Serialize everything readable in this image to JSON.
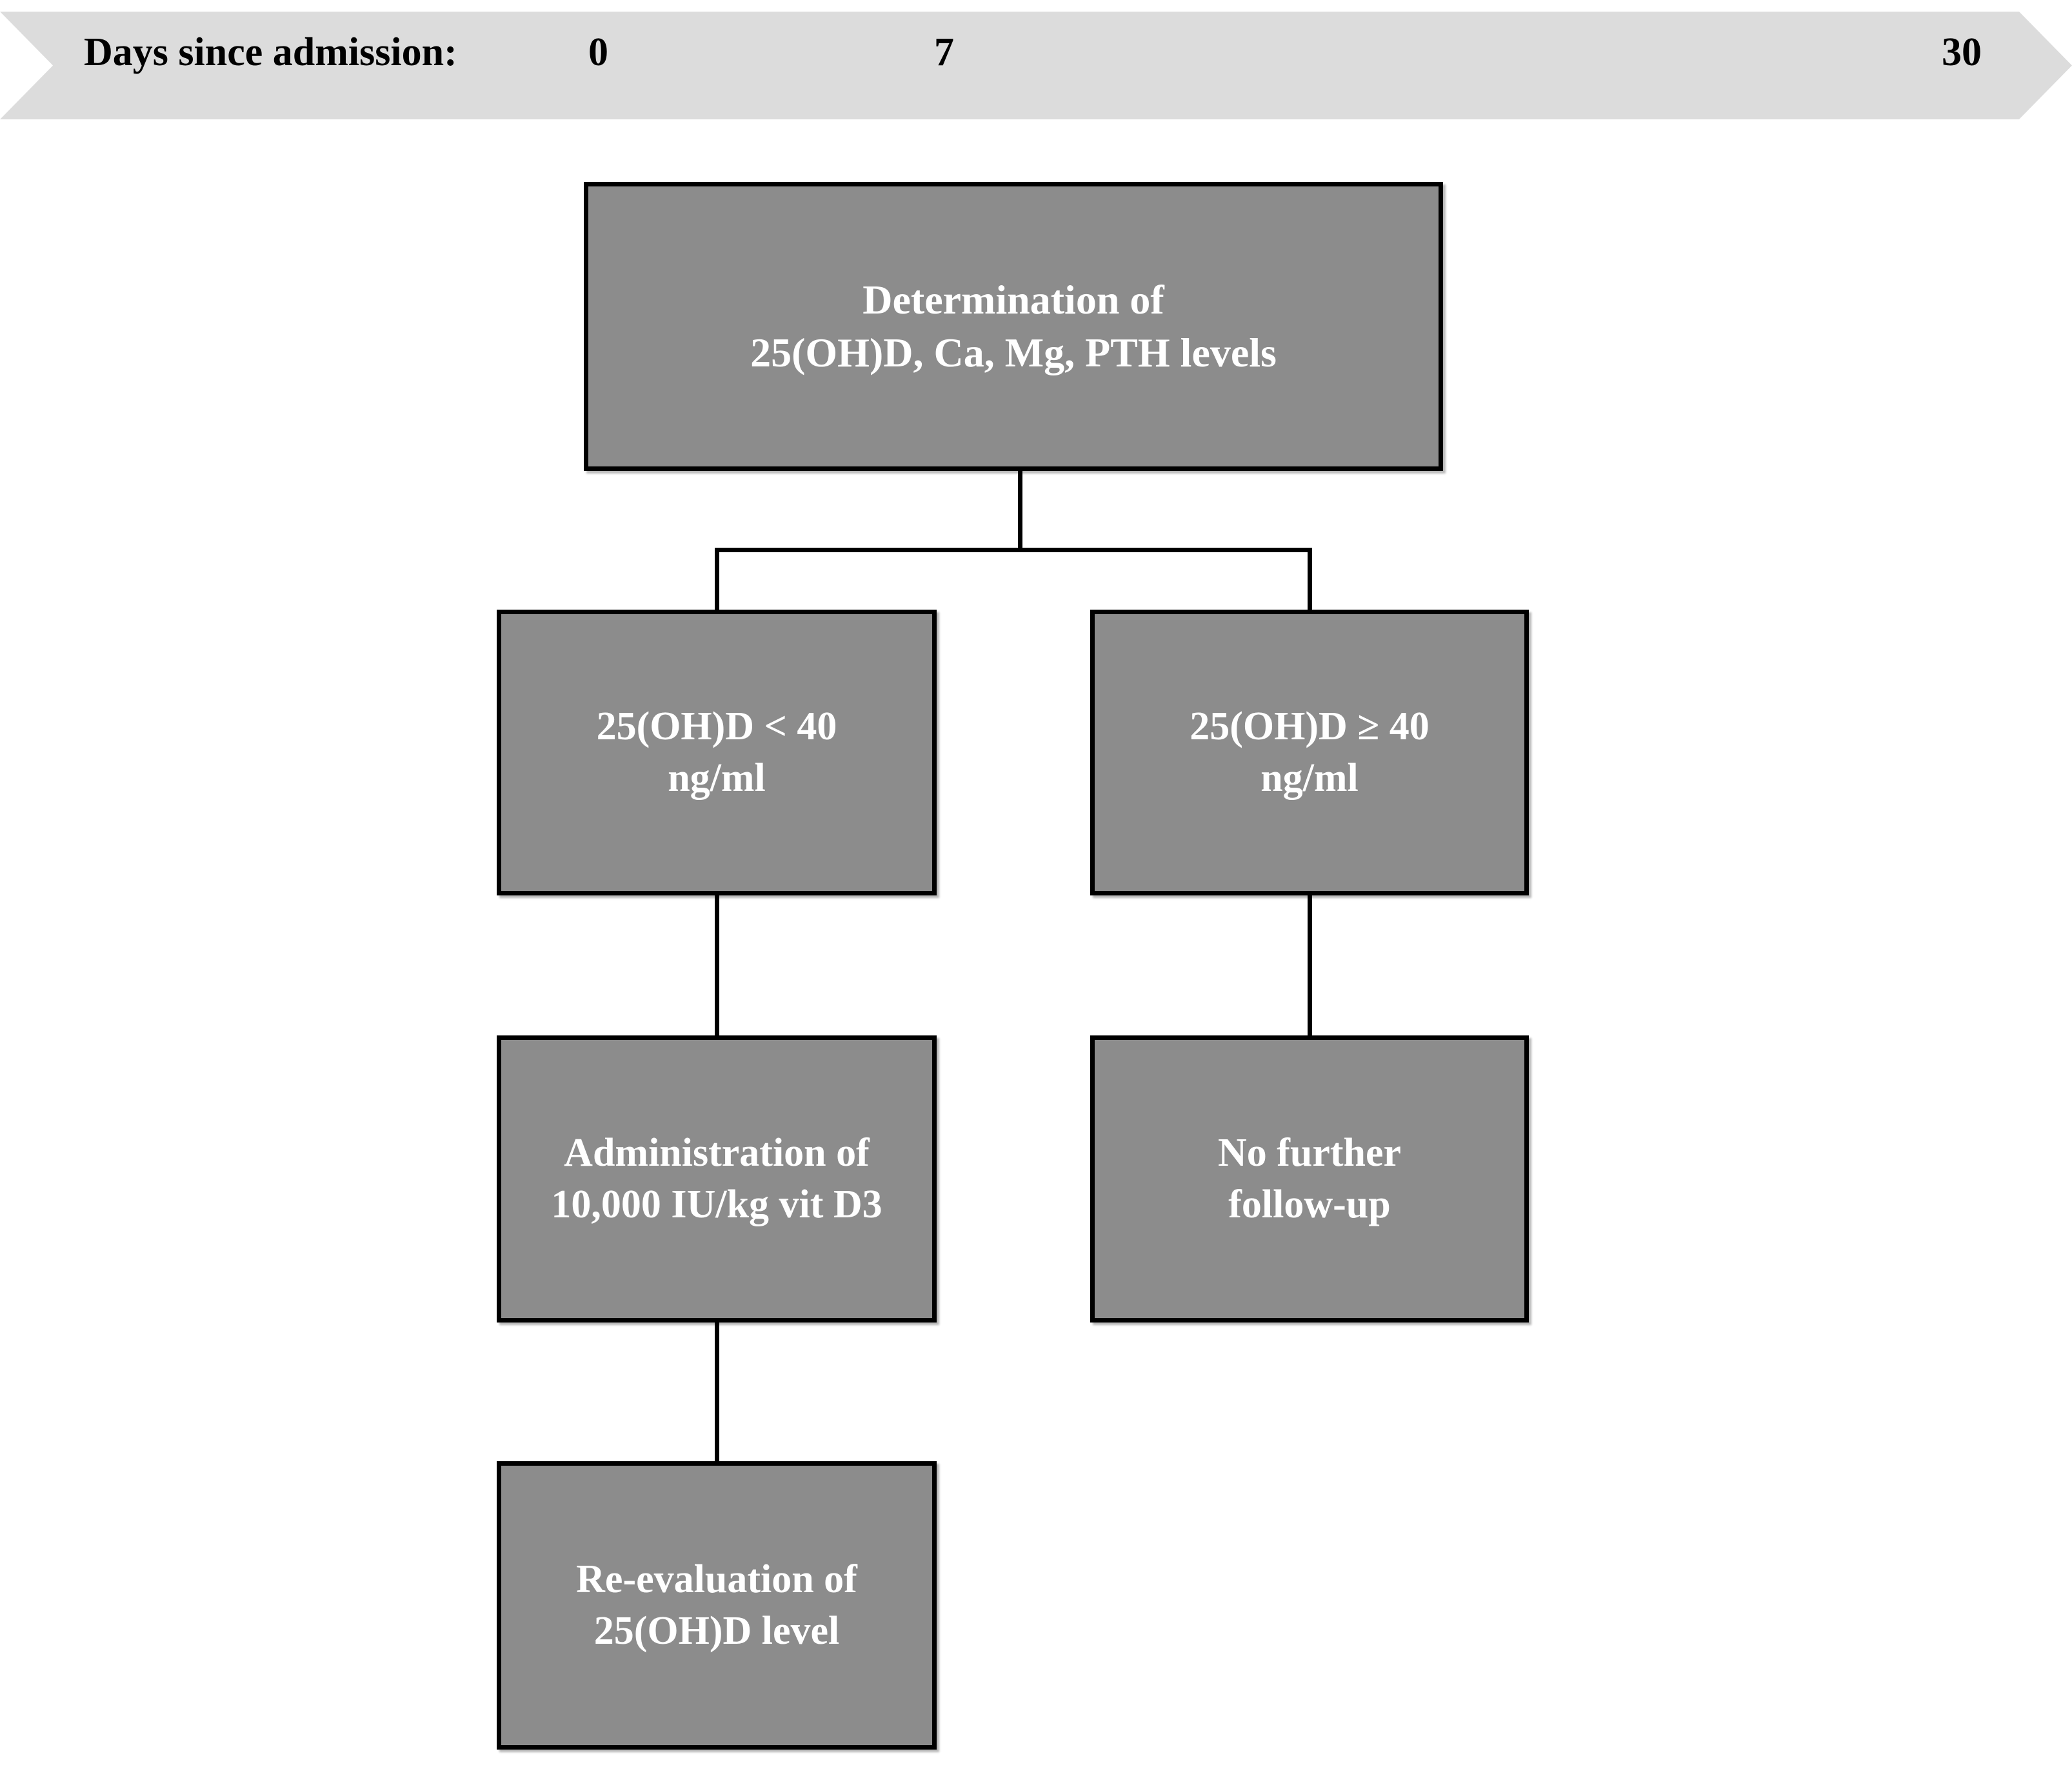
{
  "timeline": {
    "label": "Days since admission:",
    "ticks": [
      {
        "name": "day-0",
        "value": "0"
      },
      {
        "name": "day-7",
        "value": "7"
      },
      {
        "name": "day-30",
        "value": "30"
      }
    ],
    "band_color": "#dcdcdc",
    "text_color": "#000000"
  },
  "flowchart": {
    "box_fill": "#8c8c8c",
    "box_border": "#000000",
    "box_text_color": "#ffffff",
    "nodes": {
      "determination": {
        "text": "Determination of\n25(OH)D, Ca, Mg, PTH levels"
      },
      "low_level": {
        "text": "25(OH)D < 40\nng/ml"
      },
      "high_level": {
        "text": "25(OH)D ≥ 40\nng/ml"
      },
      "administration": {
        "text": "Administration of\n10,000 IU/kg vit D3"
      },
      "no_followup": {
        "text": "No further\nfollow-up"
      },
      "reevaluation": {
        "text": "Re-evaluation of\n25(OH)D level"
      }
    }
  },
  "chart_data": {
    "type": "diagram",
    "title": "",
    "timeline_axis": {
      "label": "Days since admission:",
      "ticks": [
        0,
        7,
        30
      ]
    },
    "nodes": [
      {
        "id": "determination",
        "label": "Determination of 25(OH)D, Ca, Mg, PTH levels",
        "day": 0
      },
      {
        "id": "low_level",
        "label": "25(OH)D < 40 ng/ml",
        "day": 0
      },
      {
        "id": "high_level",
        "label": "25(OH)D ≥ 40 ng/ml",
        "day": 0
      },
      {
        "id": "administration",
        "label": "Administration of 10,000 IU/kg vit D3",
        "day": 7
      },
      {
        "id": "no_followup",
        "label": "No further follow-up",
        "day": 7
      },
      {
        "id": "reevaluation",
        "label": "Re-evaluation of 25(OH)D level",
        "day": 30
      }
    ],
    "edges": [
      {
        "from": "determination",
        "to": "low_level"
      },
      {
        "from": "determination",
        "to": "high_level"
      },
      {
        "from": "low_level",
        "to": "administration"
      },
      {
        "from": "high_level",
        "to": "no_followup"
      },
      {
        "from": "administration",
        "to": "reevaluation"
      }
    ]
  }
}
